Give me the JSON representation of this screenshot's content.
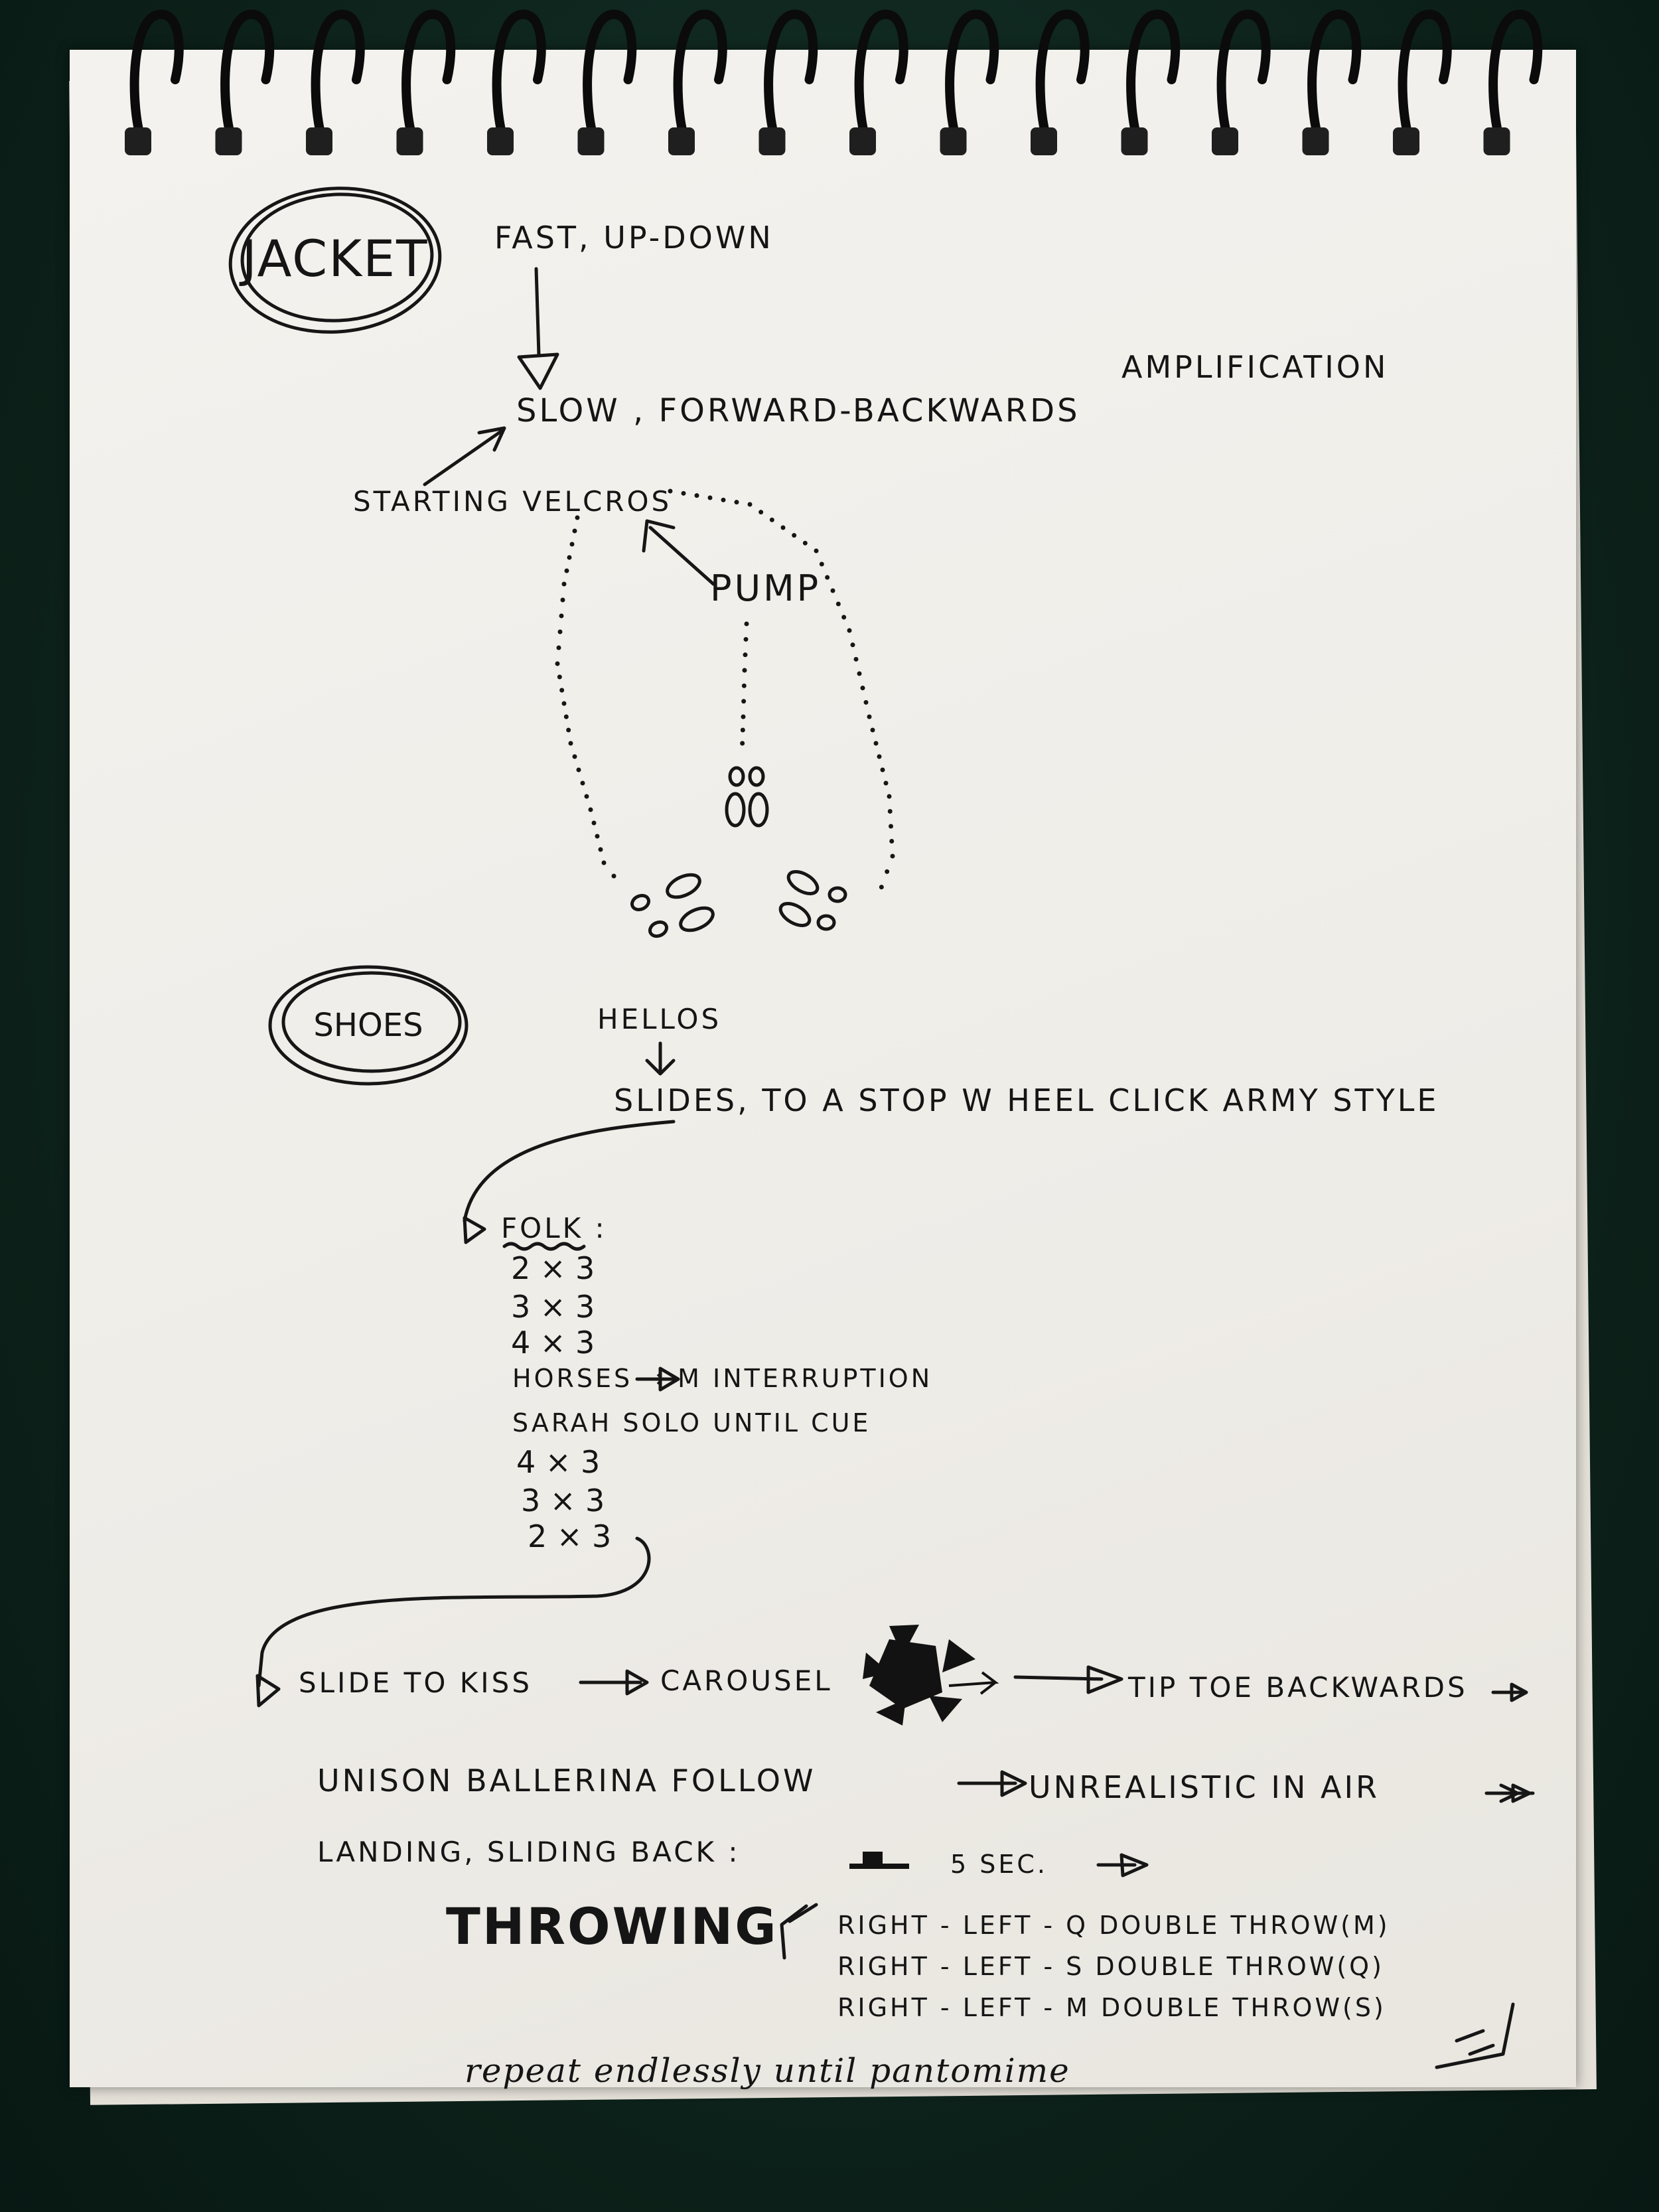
{
  "notebook": {
    "jacket": {
      "heading": "JACKET",
      "fast": "FAST, UP-DOWN",
      "slow": "SLOW , FORWARD-BACKWARDS",
      "starting": "STARTING VELCROS",
      "pump": "PUMP",
      "amplification": "AMPLIFICATION"
    },
    "shoes": {
      "heading": "SHOES",
      "hellos": "HELLOS",
      "slides": "SLIDES, TO A STOP W HEEL CLICK ARMY STYLE",
      "folk_title": "FOLK :",
      "folk_lines": [
        "2 × 3",
        "3 × 3",
        "4 × 3"
      ],
      "horses": "HORSES → M INTERRUPTION",
      "sarah": "SARAH SOLO UNTIL CUE",
      "folk_lines_2": [
        "4 × 3",
        "3 × 3",
        "2 × 3"
      ]
    },
    "sequence": {
      "slide": "SLIDE TO KISS",
      "carousel": "CAROUSEL",
      "tiptoe": "TIP TOE BACKWARDS",
      "unison": "UNISON BALLERINA FOLLOW",
      "unrealistic": "UNREALISTIC IN AIR",
      "landing": "LANDING, SLIDING BACK :",
      "sec": "5 SEC."
    },
    "throwing": {
      "heading": "THROWING",
      "lines": [
        "RIGHT - LEFT - Q DOUBLE THROW(M)",
        "RIGHT - LEFT - S DOUBLE THROW(Q)",
        "RIGHT - LEFT - M DOUBLE THROW(S)"
      ],
      "repeat": "repeat endlessly until pantomime"
    }
  }
}
